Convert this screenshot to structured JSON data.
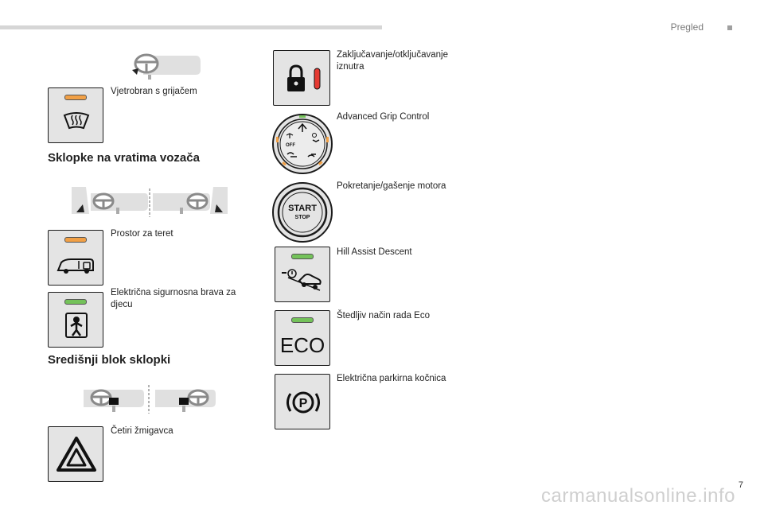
{
  "header": {
    "section": "Pregled",
    "page_number": "7"
  },
  "headings": {
    "driver_door": "Sklopke na vratima vozača",
    "center_console": "Središnji blok sklopki"
  },
  "items": {
    "heated_windscreen": "Vjetrobran s grijačem",
    "cargo": "Prostor za teret",
    "child_lock": "Električna sigurnosna brava za djecu",
    "hazard": "Četiri žmigavca",
    "central_lock": "Zaključavanje/otključavanje iznutra",
    "grip_control": "Advanced Grip Control",
    "start_stop": "Pokretanje/gašenje motora",
    "hill_descent": "Hill Assist Descent",
    "eco": "Štedljiv način rada Eco",
    "parking_brake": "Električna parkirna kočnica"
  },
  "button_text": {
    "start": "START",
    "stop": "STOP",
    "eco": "ECO",
    "off": "OFF"
  },
  "watermark": "carmanualsonline.info",
  "colors": {
    "led_orange": "#f1a046",
    "led_green": "#74c25a",
    "led_red": "#e53a32",
    "button_bg": "#e4e4e4"
  }
}
